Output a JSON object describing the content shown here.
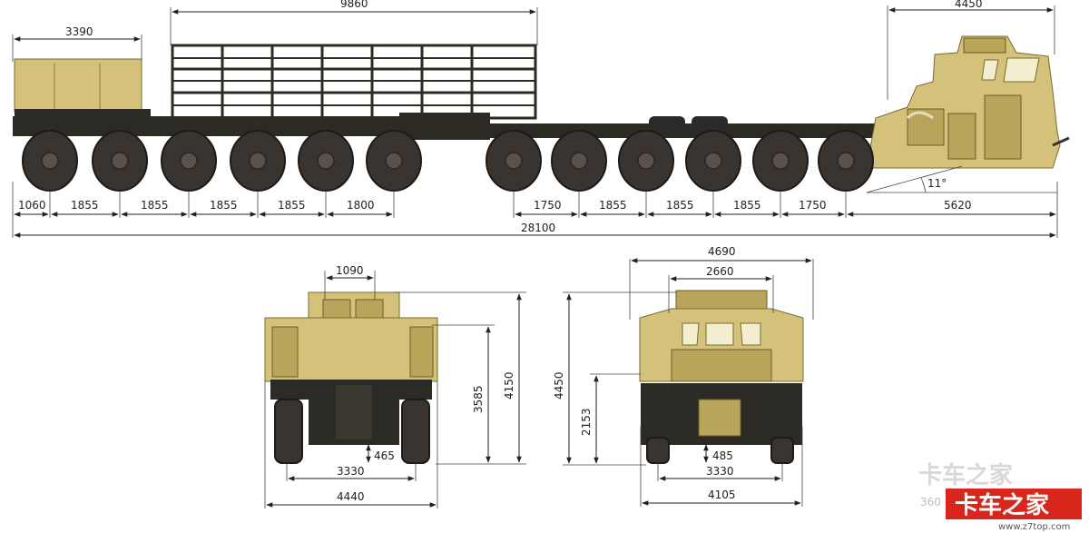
{
  "side_view": {
    "top_dims": {
      "cabin_box": "3390",
      "rack": "9860",
      "tractor_front": "4450"
    },
    "wheel_spacings_trailer": [
      "1060",
      "1855",
      "1855",
      "1855",
      "1855",
      "1800"
    ],
    "wheel_spacings_tractor": [
      "1750",
      "1855",
      "1855",
      "1855",
      "1750",
      "5620"
    ],
    "overall_length": "28100",
    "ramp_angle": "11°"
  },
  "rear_view": {
    "top_width": "1090",
    "height_body": "3585",
    "height_total": "4150",
    "ground_clearance": "465",
    "track": "3330",
    "overall_width": "4440"
  },
  "front_view": {
    "overall_width_top": "4690",
    "cab_width": "2660",
    "height_total": "4450",
    "frame_height": "2153",
    "ground_clearance": "485",
    "track": "3330",
    "overall_width": "4105"
  },
  "watermark": {
    "cn_text": "卡车之家",
    "number": "360",
    "red_logo": "卡车之家",
    "url": "www.z7top.com"
  },
  "colors": {
    "vehicle_body": "#d4c27a",
    "frame": "#2c2a24",
    "tire": "#3a3430",
    "watermark_red": "#d9261c"
  }
}
